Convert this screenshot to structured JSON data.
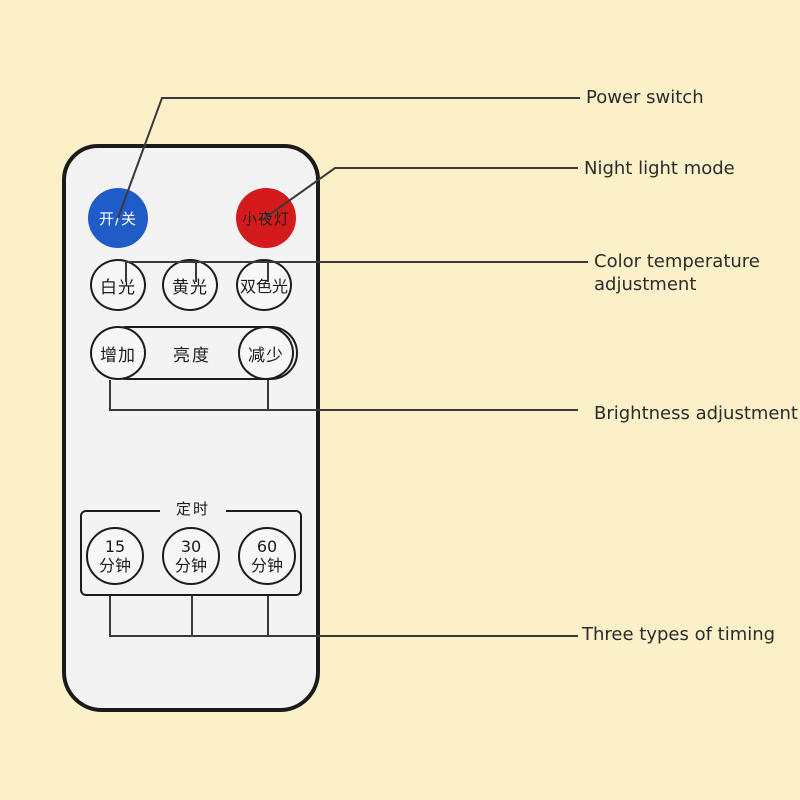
{
  "remote": {
    "power_button": "开/关",
    "night_light_button": "小夜灯",
    "color_buttons": [
      "白光",
      "黄光",
      "双色光"
    ],
    "brightness": {
      "increase": "增加",
      "label": "亮度",
      "decrease": "减少"
    },
    "timer": {
      "title": "定时",
      "buttons": [
        {
          "number": "15",
          "unit": "分钟"
        },
        {
          "number": "30",
          "unit": "分钟"
        },
        {
          "number": "60",
          "unit": "分钟"
        }
      ]
    }
  },
  "callouts": {
    "power": "Power switch",
    "night": "Night light mode",
    "color_line1": "Color temperature",
    "color_line2": "adjustment",
    "brightness": "Brightness adjustment",
    "timing": "Three types of timing"
  },
  "colors": {
    "background": "#fbf0c8",
    "power_button": "#1f5cc8",
    "night_button": "#d41a1a",
    "leader_line": "#3a3a3a"
  }
}
